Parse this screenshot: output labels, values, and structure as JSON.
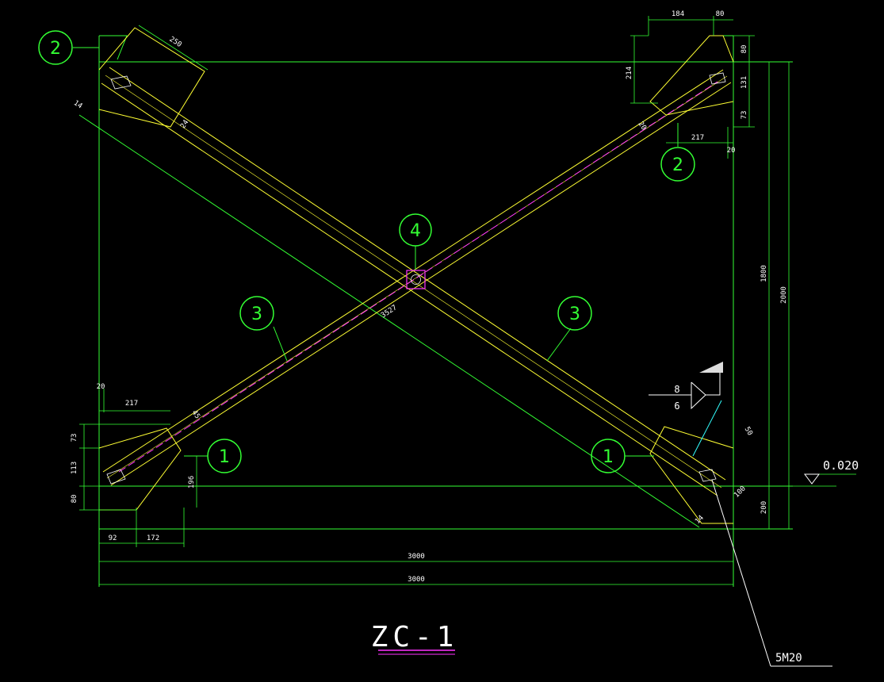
{
  "drawing": {
    "title": "ZC-1",
    "elevation": "0.020",
    "bolt_label": "5M20",
    "weld_symbol": {
      "top": "8",
      "bottom": "6"
    }
  },
  "bubbles": [
    {
      "id": "bubble-2-top-left",
      "label": "2"
    },
    {
      "id": "bubble-2-top-right",
      "label": "2"
    },
    {
      "id": "bubble-4-center",
      "label": "4"
    },
    {
      "id": "bubble-3-left",
      "label": "3"
    },
    {
      "id": "bubble-3-right",
      "label": "3"
    },
    {
      "id": "bubble-1-bottom-left",
      "label": "1"
    },
    {
      "id": "bubble-1-bottom-right",
      "label": "1"
    }
  ],
  "dimensions": {
    "overall_width_1": "3000",
    "overall_width_2": "3000",
    "right_height_1": "1800",
    "right_height_2": "2000",
    "right_bottom": "200",
    "diagonal_length": "3527",
    "top_left_plate": "250",
    "top_left_small": "14",
    "top_right_184": "184",
    "top_right_80": "80",
    "top_right_v80": "80",
    "top_right_131": "131",
    "top_right_73": "73",
    "top_right_214": "214",
    "top_right_217": "217",
    "top_right_20": "20",
    "bottom_left_20": "20",
    "bottom_left_217": "217",
    "bottom_left_73": "73",
    "bottom_left_113": "113",
    "bottom_left_80": "80",
    "bottom_left_196": "196",
    "bottom_left_92": "92",
    "bottom_left_172": "172",
    "bottom_right_50": "50",
    "bottom_right_100": "100",
    "bottom_right_14": "14",
    "brace_marks": [
      "24",
      "45",
      "20"
    ]
  },
  "colors": {
    "background": "#000000",
    "frame": "#33ff33",
    "member": "#ffff33",
    "dimension_text": "#ffffff",
    "centerline": "#ff33ff",
    "leader": "#33ffff"
  }
}
